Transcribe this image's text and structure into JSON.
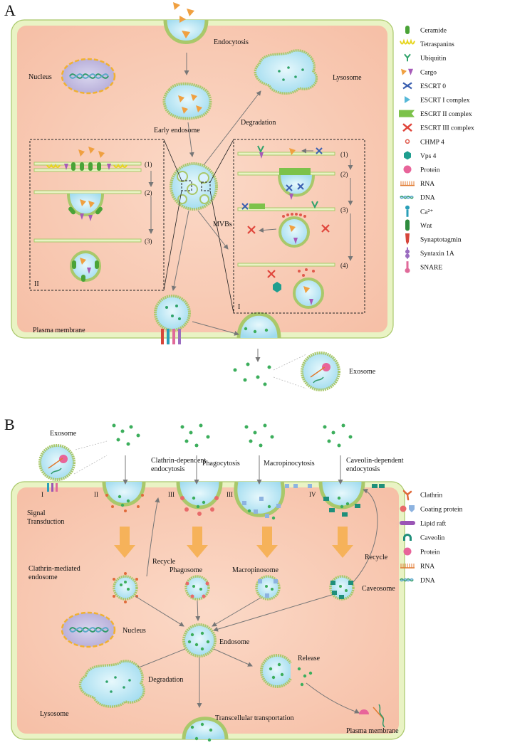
{
  "panelA": {
    "panel_label": "A",
    "labels": {
      "endocytosis": "Endocytosis",
      "nucleus": "Nucleus",
      "lysosome": "Lysosome",
      "early_endosome": "Early endosome",
      "degradation": "Degradation",
      "mvbs": "MVBs",
      "plasma_membrane": "Plasma membrane",
      "exosome": "Exosome",
      "box_II": "II",
      "box_I": "I"
    },
    "steps_left": [
      "(1)",
      "(2)",
      "(3)"
    ],
    "steps_right": [
      "(1)",
      "(2)",
      "(3)",
      "(4)"
    ],
    "legend": [
      {
        "icon": "ceramide-icon",
        "label": "Ceramide",
        "color": "#4aa337"
      },
      {
        "icon": "tetraspanins-icon",
        "label": "Tetraspanins",
        "color": "#e6d51e"
      },
      {
        "icon": "ubiquitin-icon",
        "label": "Ubiquitin",
        "color": "#2fa36a"
      },
      {
        "icon": "cargo-icon",
        "label": "Cargo",
        "color": "#f0a040"
      },
      {
        "icon": "escrt0-icon",
        "label": "ESCRT  0",
        "color": "#3a5fb0"
      },
      {
        "icon": "escrt1-icon",
        "label": "ESCRT  I  complex",
        "color": "#56b8d8"
      },
      {
        "icon": "escrt2-icon",
        "label": "ESCRT  II  complex",
        "color": "#7cc24a"
      },
      {
        "icon": "escrt3-icon",
        "label": "ESCRT  III  complex",
        "color": "#e0463c"
      },
      {
        "icon": "chmp4-icon",
        "label": "CHMP 4",
        "color": "#e05a4c"
      },
      {
        "icon": "vps4-icon",
        "label": "Vps 4",
        "color": "#1f9e8f"
      },
      {
        "icon": "protein-icon",
        "label": "Protein",
        "color": "#e8649a"
      },
      {
        "icon": "rna-icon",
        "label": "RNA",
        "color": "#e07a30"
      },
      {
        "icon": "dna-icon",
        "label": "DNA",
        "color": "#2f9a6a"
      },
      {
        "icon": "calcium-icon",
        "label": "Ca²⁺",
        "color": "#2a9fb8"
      },
      {
        "icon": "wnt-icon",
        "label": "Wnt",
        "color": "#2e8b3e"
      },
      {
        "icon": "synaptotagmin-icon",
        "label": "Synaptotagmin",
        "color": "#d6453a"
      },
      {
        "icon": "syntaxin-icon",
        "label": "Syntaxin 1A",
        "color": "#9a6cc0"
      },
      {
        "icon": "snare-icon",
        "label": "SNARE",
        "color": "#e06a9a"
      }
    ]
  },
  "panelB": {
    "panel_label": "B",
    "labels": {
      "exosome": "Exosome",
      "clathrin_dep": [
        "Clathrin-dependent",
        "endocytosis"
      ],
      "phagocytosis": "Phagocytosis",
      "macropinocytosis": "Macropinocytosis",
      "caveolin_dep": [
        "Caveolin-dependent",
        "endocytosis"
      ],
      "signal": [
        "Signal",
        "Transduction"
      ],
      "recycle_left": "Recycle",
      "recycle_right": "Recycle",
      "clathrin_endosome": [
        "Clathrin-mediated",
        "endosome"
      ],
      "phagosome": "Phagosome",
      "macropinosome": "Macropinosome",
      "caveosome": "Caveosome",
      "nucleus": "Nucleus",
      "endosome": "Endosome",
      "lysosome": "Lysosome",
      "degradation": "Degradation",
      "release": "Release",
      "transcellular": "Transcellular  transportation",
      "plasma_membrane": "Plasma membrane",
      "roman": [
        "I",
        "II",
        "III",
        "III",
        "IV"
      ]
    },
    "legend": [
      {
        "icon": "clathrin-icon",
        "label": "Clathrin",
        "color": "#e06a3a"
      },
      {
        "icon": "coating-protein-icon",
        "label": "Coating protein",
        "color": "#e86a6a"
      },
      {
        "icon": "lipid-raft-icon",
        "label": "Lipid raft",
        "color": "#9a55b5"
      },
      {
        "icon": "caveolin-icon",
        "label": "Caveolin",
        "color": "#1f8f7a"
      },
      {
        "icon": "protein-icon",
        "label": "Protein",
        "color": "#e8649a"
      },
      {
        "icon": "rna-icon",
        "label": "RNA",
        "color": "#e07a30"
      },
      {
        "icon": "dna-icon",
        "label": "DNA",
        "color": "#2f9a6a"
      }
    ]
  }
}
